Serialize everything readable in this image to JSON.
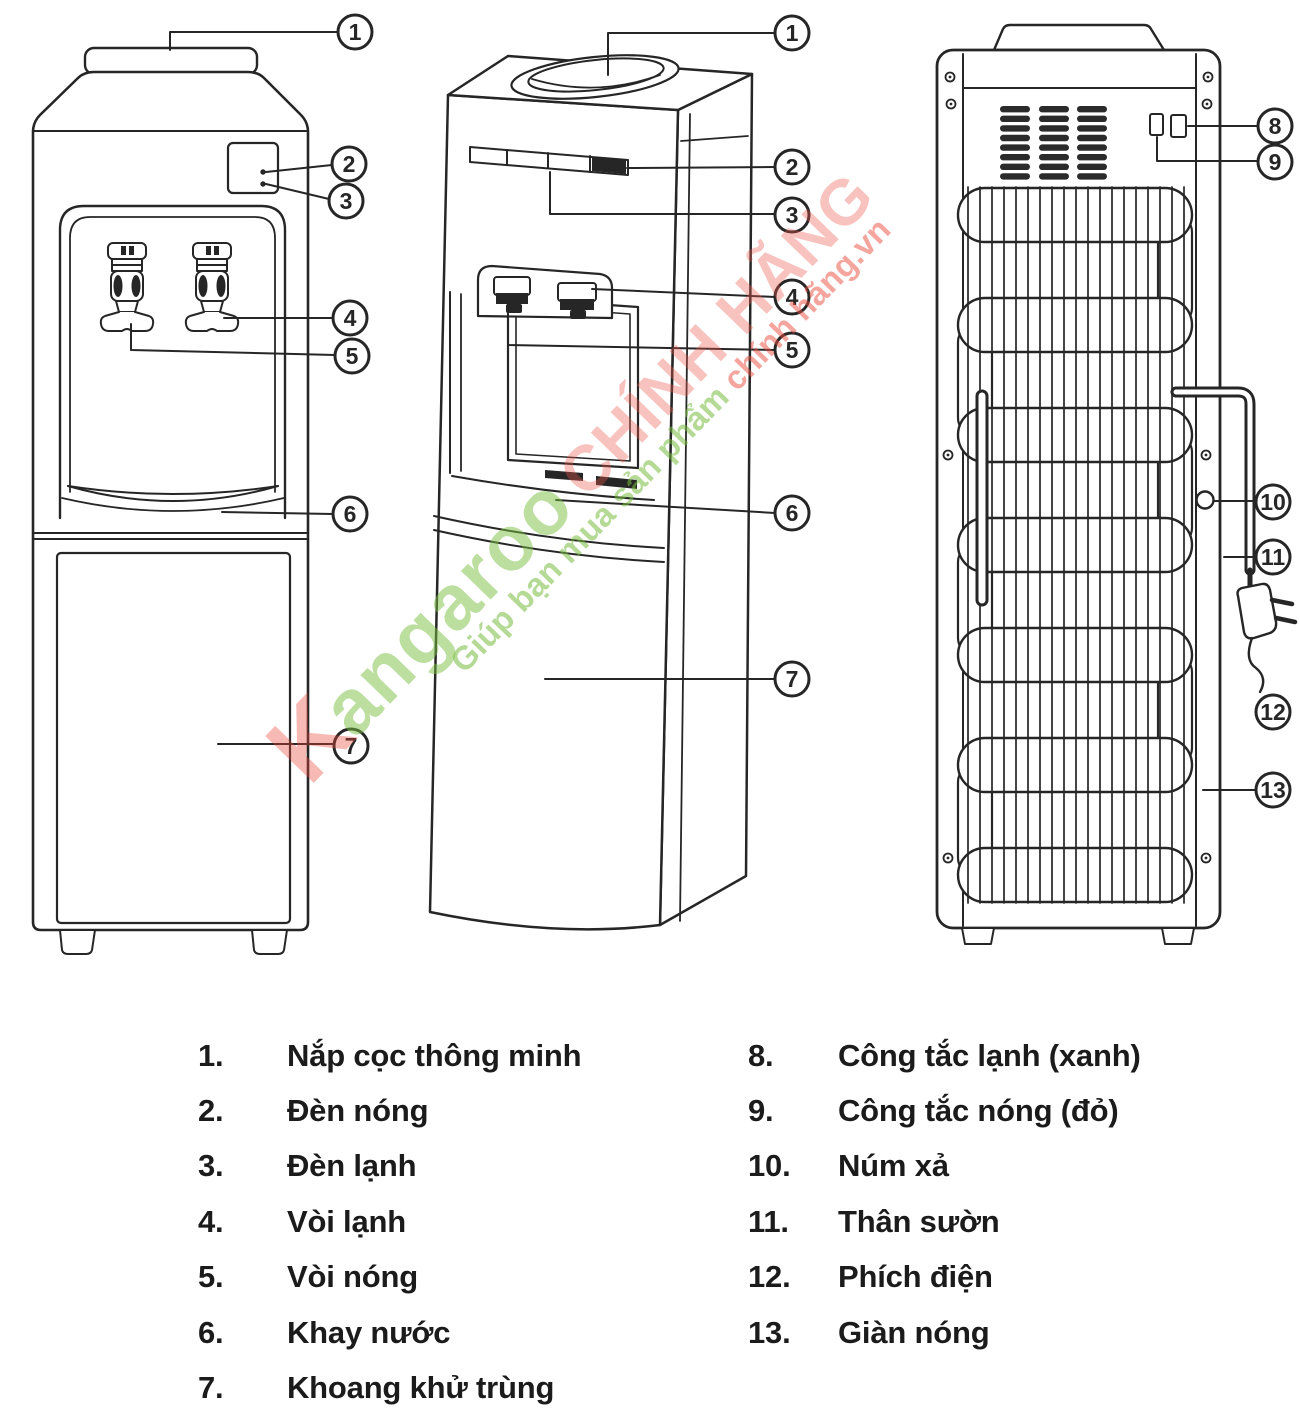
{
  "title": "Water dispenser parts diagram",
  "callouts": [
    "1",
    "2",
    "3",
    "4",
    "5",
    "6",
    "7",
    "8",
    "9",
    "10",
    "11",
    "12",
    "13"
  ],
  "legend": {
    "left": [
      {
        "num": "1.",
        "label": "Nắp cọc thông minh"
      },
      {
        "num": "2.",
        "label": "Đèn nóng"
      },
      {
        "num": "3.",
        "label": "Đèn lạnh"
      },
      {
        "num": "4.",
        "label": "Vòi lạnh"
      },
      {
        "num": "5.",
        "label": "Vòi nóng"
      },
      {
        "num": "6.",
        "label": "Khay nước"
      },
      {
        "num": "7.",
        "label": "Khoang khử trùng"
      }
    ],
    "right": [
      {
        "num": "8.",
        "label": "Công tắc lạnh (xanh)"
      },
      {
        "num": "9.",
        "label": "Công tắc nóng (đỏ)"
      },
      {
        "num": "10.",
        "label": "Núm xả"
      },
      {
        "num": "11.",
        "label": "Thân sườn"
      },
      {
        "num": "12.",
        "label": "Phích điện"
      },
      {
        "num": "13.",
        "label": "Giàn nóng"
      }
    ]
  },
  "watermark": {
    "brand_initial": "K",
    "brand_rest": "angaroo",
    "brand_suffix": "CHÍNH HÃNG",
    "tagline_green": "Giúp bạn mua sản phẩm ",
    "tagline_red": "chính hãng.vn",
    "color_green": "#7abf42",
    "color_red": "#e9463a"
  },
  "line_color": "#262626"
}
